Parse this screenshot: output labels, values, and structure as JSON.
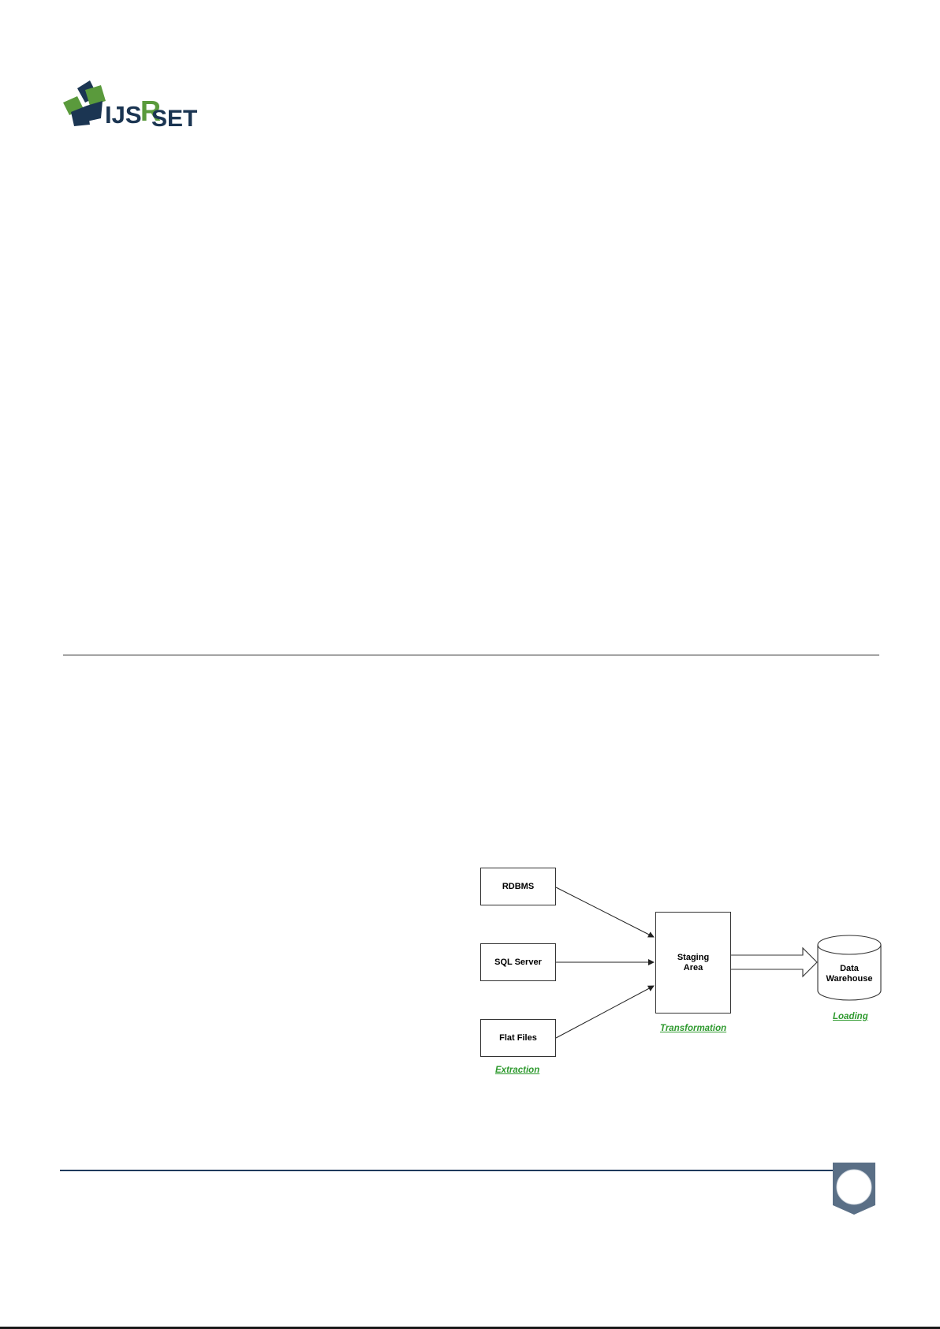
{
  "logo": {
    "text_ijs": "IJS",
    "text_r": "R",
    "text_set": "SET"
  },
  "diagram": {
    "sources": [
      "RDBMS",
      "SQL Server",
      "Flat Files"
    ],
    "staging": "Staging\nArea",
    "warehouse": "Data\nWarehouse",
    "labels": {
      "extraction": "Extraction",
      "transformation": "Transformation",
      "loading": "Loading"
    },
    "label_color": "#2f9a2f"
  },
  "colors": {
    "brand_navy": "#1b3552",
    "brand_green": "#5a9a3c",
    "footer_line": "#1f3a5c"
  }
}
